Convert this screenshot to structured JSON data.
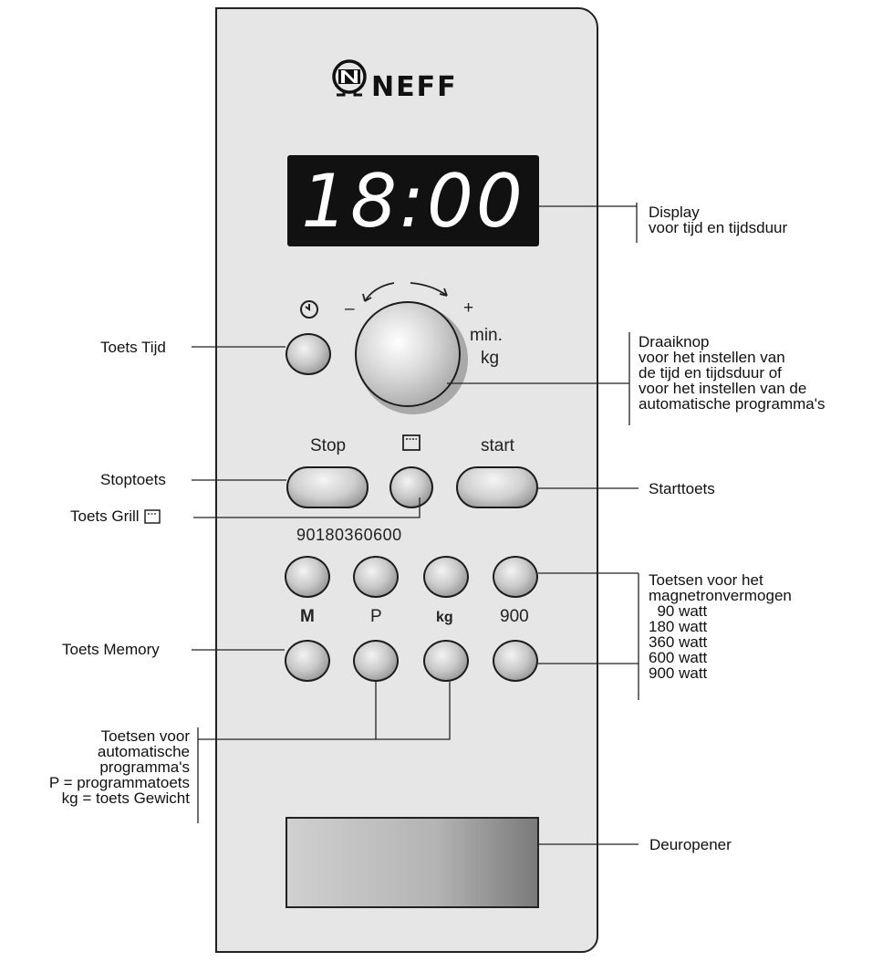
{
  "brand": {
    "name": "NEFF"
  },
  "display": {
    "time": "18:00"
  },
  "controls": {
    "knob_minus": "–",
    "knob_plus": "+",
    "knob_unit_1": "min.",
    "knob_unit_2": "kg",
    "stop_label": "Stop",
    "start_label": "start",
    "power_top_labels": "90180360600",
    "memory_label": "M",
    "program_label": "P",
    "weight_label": "kg",
    "watt_900_label": "900"
  },
  "callouts": {
    "display": "Display\nvoor tijd en tijdsduur",
    "draaiknop": "Draaiknop\nvoor het instellen van\nde tijd en tijdsduur of\nvoor het instellen van de\nautomatische programma's",
    "toets_tijd": "Toets Tijd",
    "stoptoets": "Stoptoets",
    "toets_grill": "Toets Grill",
    "starttoets": "Starttoets",
    "power_levels": "Toetsen voor het\nmagnetronvermogen\n  90 watt\n180 watt\n360 watt\n600 watt\n900 watt",
    "toets_memory": "Toets Memory",
    "auto_programs": "Toetsen voor\nautomatische\nprogramma's\nP = programmatoets\nkg = toets Gewicht",
    "deuropener": "Deuropener"
  }
}
